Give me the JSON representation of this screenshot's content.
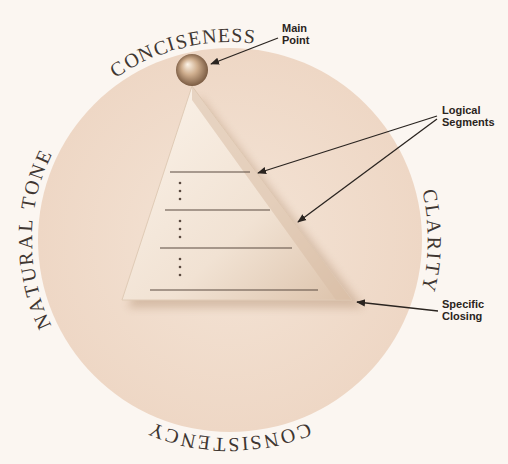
{
  "diagram": {
    "labels": [
      "CONCISENESS",
      "Main Point",
      "Logical Segments",
      "CLARITY",
      "Specific Closing",
      "CONSISTENCY",
      "NATURAL TONE"
    ]
  }
}
